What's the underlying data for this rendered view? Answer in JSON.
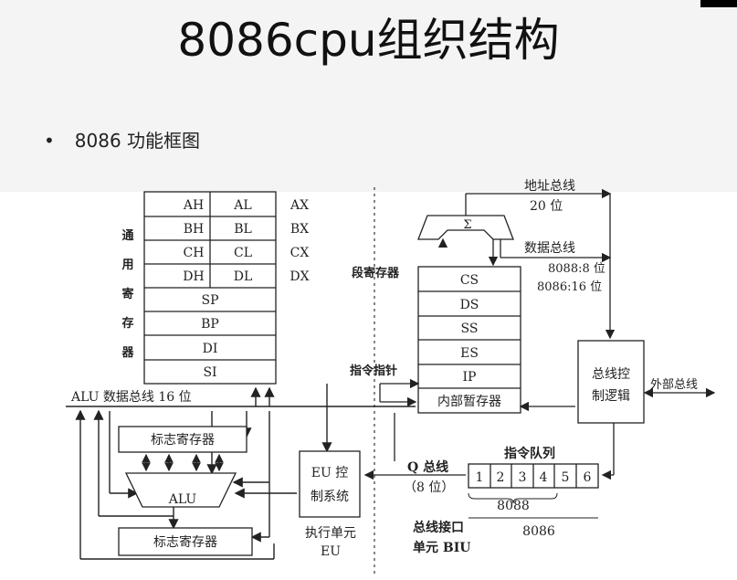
{
  "slide": {
    "title": "8086cpu组织结构",
    "bullet": "8086 功能框图"
  },
  "registers": {
    "rows": [
      {
        "high": "AH",
        "low": "AL",
        "name": "AX"
      },
      {
        "high": "BH",
        "low": "BL",
        "name": "BX"
      },
      {
        "high": "CH",
        "low": "CL",
        "name": "CX"
      },
      {
        "high": "DH",
        "low": "DL",
        "name": "DX"
      }
    ],
    "pointers": [
      "SP",
      "BP",
      "DI",
      "SI"
    ],
    "group_label": [
      "通",
      "用",
      "寄",
      "存",
      "器"
    ]
  },
  "alu_bus_label": "ALU 数据总线 16 位",
  "flags_top": "标志寄存器",
  "alu": "ALU",
  "flags_bottom": "标志寄存器",
  "eu_control": [
    "EU 控",
    "制系统"
  ],
  "eu_label": [
    "执行单元",
    "EU"
  ],
  "biu_label": [
    "总线接口",
    "单元 BIU"
  ],
  "sigma": "Σ",
  "address_bus": [
    "地址总线",
    "20 位"
  ],
  "data_bus": [
    "数据总线",
    "8088:8 位",
    "8086:16 位"
  ],
  "seg_label": "段寄存器",
  "segments": [
    "CS",
    "DS",
    "SS",
    "ES",
    "IP",
    "内部暂存器"
  ],
  "ip_pointer_label": "指令指针",
  "bus_control": [
    "总线控",
    "制逻辑"
  ],
  "external_bus": "外部总线",
  "queue_title": "指令队列",
  "queue_cells": [
    "1",
    "2",
    "3",
    "4",
    "5",
    "6"
  ],
  "q_bus": [
    "Q 总线",
    "（8 位）"
  ],
  "queue_8088": "8088",
  "queue_8086": "8086",
  "colors": {
    "line": "#222222",
    "box": "#ffffff",
    "top_band": "#f4f4f4"
  }
}
